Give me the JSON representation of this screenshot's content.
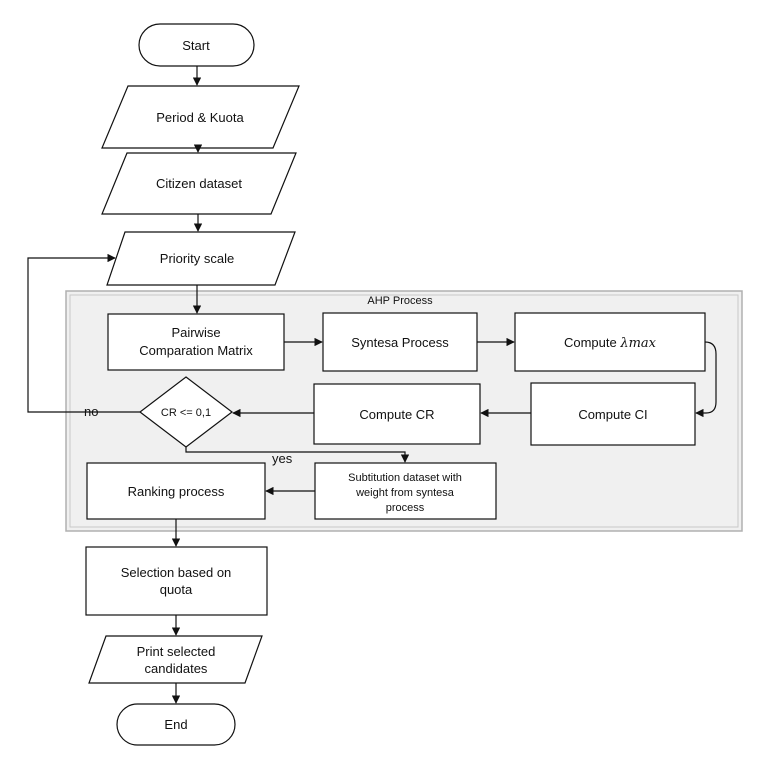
{
  "diagram": {
    "start": "Start",
    "period_kuota": "Period & Kuota",
    "citizen_dataset": "Citizen dataset",
    "priority_scale": "Priority scale",
    "ahp_frame_title": "AHP Process",
    "pairwise_line1": "Pairwise",
    "pairwise_line2": "Comparation Matrix",
    "syntesa_process": "Syntesa Process",
    "compute_lambda_prefix": "Compute ",
    "compute_lambda_symbol": "λmax",
    "compute_ci": "Compute CI",
    "compute_cr": "Compute CR",
    "cr_condition": "CR <= 0,1",
    "no_label": "no",
    "yes_label": "yes",
    "substitution_line1": "Subtitution dataset with",
    "substitution_line2": "weight from syntesa",
    "substitution_line3": "process",
    "ranking_process": "Ranking process",
    "selection_line1": "Selection based on",
    "selection_line2": "quota",
    "print_line1": "Print selected",
    "print_line2": "candidates",
    "end": "End"
  }
}
